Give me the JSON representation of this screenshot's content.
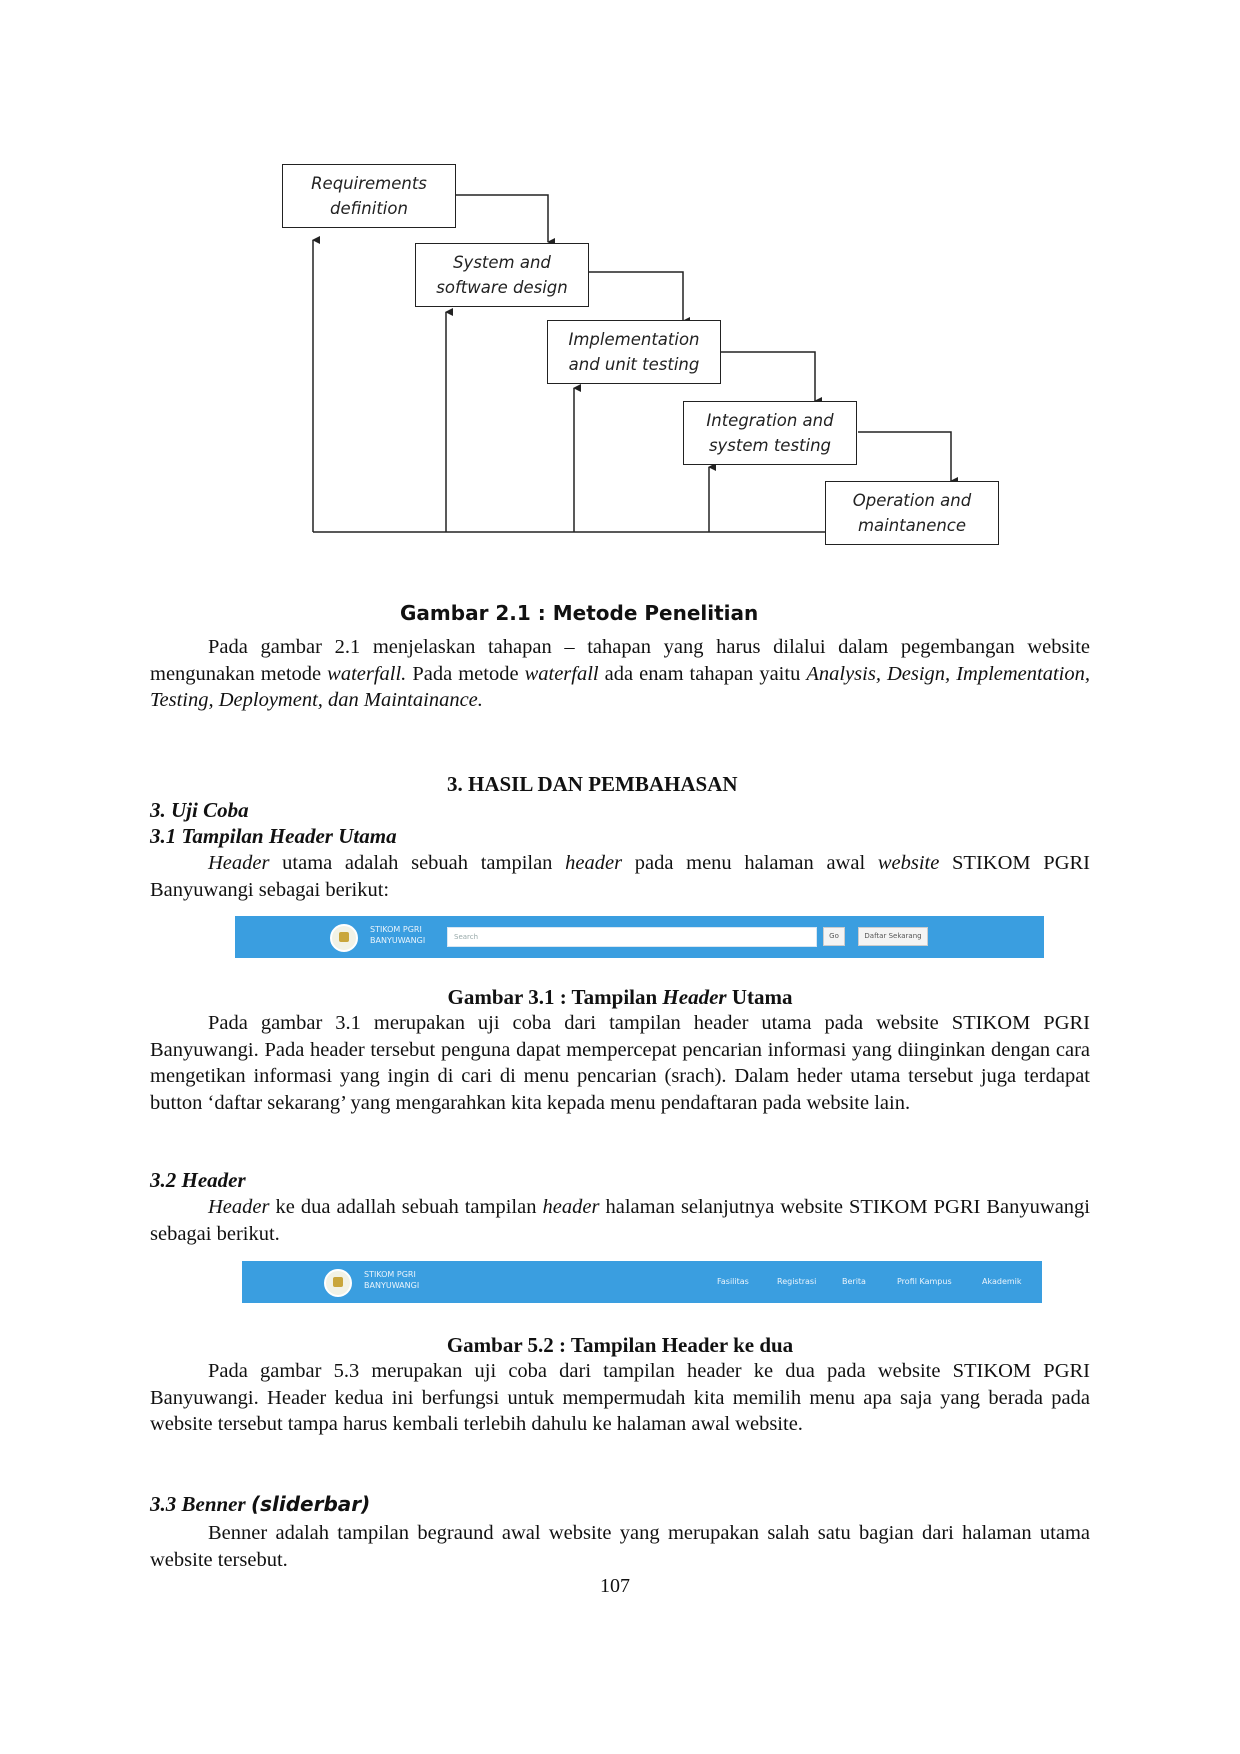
{
  "figure1": {
    "boxes": [
      "Requirements\ndefinition",
      "System and\nsoftware design",
      "Implementation\nand unit testing",
      "Integration and\nsystem testing",
      "Operation and\nmaintanence"
    ],
    "caption": "Gambar 2.1 : Metode Penelitian"
  },
  "para1": {
    "t1": "Pada gambar 2.1 menjelaskan tahapan – tahapan yang harus dilalui dalam pegembangan website mengunakan metode ",
    "i1": "waterfall.",
    "t2": " Pada metode ",
    "i2": "waterfall",
    "t3": " ada enam tahapan yaitu ",
    "i3": "Analysis, Design, Implementation, Testing, Deployment, dan Maintainance."
  },
  "section3": {
    "title": "3. HASIL DAN PEMBAHASAN",
    "sub1": "3. Uji Coba",
    "sub2": "3.1 Tampilan Header Utama",
    "p1_i1": "Header",
    "p1_t1": " utama adalah sebuah tampilan ",
    "p1_i2": "header",
    "p1_t2": " pada menu halaman awal ",
    "p1_i3": "website",
    "p1_t3": " STIKOM PGRI Banyuwangi sebagai berikut:"
  },
  "header1": {
    "brand": "STIKOM PGRI\nBANYUWANGI",
    "search_placeholder": "Search",
    "go_label": "Go",
    "cta_label": "Daftar Sekarang"
  },
  "caption31": {
    "pre": "Gambar 3.1 : Tampilan ",
    "em": "Header",
    "post": " Utama"
  },
  "para2": "Pada gambar 3.1 merupakan uji coba dari tampilan header utama pada website STIKOM PGRI Banyuwangi. Pada header tersebut penguna dapat mempercepat pencarian informasi yang diinginkan dengan cara mengetikan informasi yang ingin di cari di menu pencarian (srach). Dalam heder utama tersebut juga terdapat button ‘daftar sekarang’ yang mengarahkan kita kepada menu pendaftaran pada website lain.",
  "section32": {
    "sub": "3.2 Header",
    "i1": "Header",
    "t1": " ke dua adallah sebuah tampilan ",
    "i2": "header",
    "t2": " halaman selanjutnya website STIKOM PGRI Banyuwangi sebagai berikut."
  },
  "header2": {
    "brand": "STIKOM PGRI\nBANYUWANGI",
    "nav": [
      "Fasilitas",
      "Registrasi",
      "Berita",
      "Profil Kampus",
      "Akademik"
    ]
  },
  "caption52": "Gambar 5.2 : Tampilan Header ke dua",
  "para3": "Pada gambar 5.3 merupakan uji coba dari tampilan header ke dua pada website STIKOM PGRI Banyuwangi. Header kedua ini berfungsi untuk mempermudah kita memilih menu apa saja yang berada pada website tersebut tampa harus kembali terlebih dahulu ke halaman awal website.",
  "section33": {
    "sub_pre": "3.3 Benner ",
    "sub_paren": "(sliderbar)",
    "text": "Benner adalah tampilan begraund awal website yang merupakan salah satu bagian dari halaman utama website tersebut."
  },
  "page_number": "107"
}
